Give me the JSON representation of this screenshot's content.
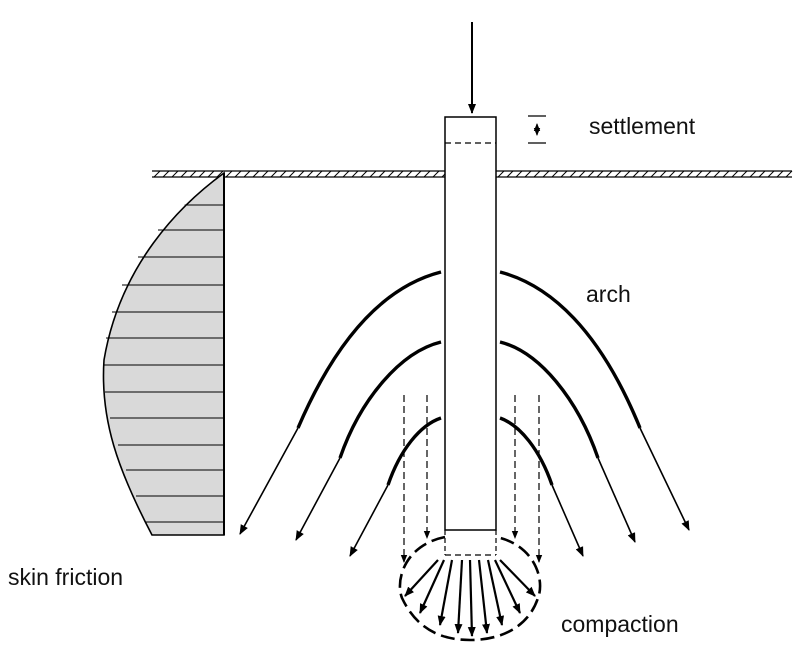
{
  "labels": {
    "settlement": "settlement",
    "arch": "arch",
    "skin_friction": "skin friction",
    "compaction": "compaction"
  },
  "colors": {
    "line": "#000000",
    "friction_fill": "#d9d9d9",
    "background": "#ffffff"
  }
}
